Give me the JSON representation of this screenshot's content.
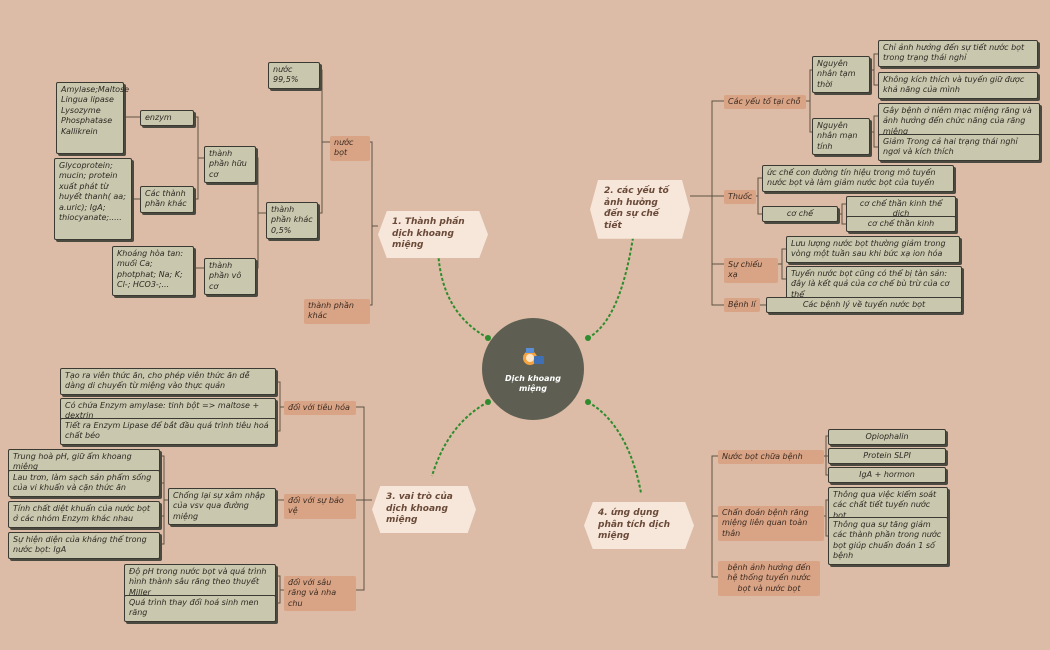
{
  "center": {
    "title": "Dịch khoang miệng"
  },
  "topics": {
    "t1": "1. Thành phần dịch khoang miệng",
    "t2": "2. các yếu tố ảnh hưởng đến sự chế tiết",
    "t3": "3. vai trò của dịch khoang miệng",
    "t4": "4. ứng dụng phân tích dịch miệng"
  },
  "b1": {
    "nuoc_bot": "nước bọt",
    "thanh_phan_khac_top": "thành phần khác",
    "nuoc": "nước 99,5%",
    "khac05": "thành phần khác 0,5%",
    "huu_co": "thành phần hữu cơ",
    "vo_co": "thành phần vô cơ",
    "enzym": "enzym",
    "cac_tp_khac": "Các thành phần khác",
    "enzym_list": "Amylase;Maltose Lingua lipase Lysozyme Phosphatase Kallikrein",
    "glyco": "Glycoprotein; mucin; protein xuất phát từ huyết thanh( aa; a.uric); IgA; thiocyanate;.....",
    "khoang": "Khoáng hòa tan: muối Ca; photphat; Na; K; Cl-; HCO3-;..."
  },
  "b2": {
    "tai_cho": "Các yếu tố tại chỗ",
    "tam_thoi": "Nguyên nhân tạm thời",
    "man_tinh": "Nguyên nhân mạn tính",
    "tt1": "Chỉ ảnh hưởng đến sự tiết nước bọt trong trạng thái nghỉ",
    "tt2": "Không kích thích và tuyến giữ được khả năng của mình",
    "mt1": "Gây bệnh ở niêm mạc miệng răng và ảnh hưởng đến chức năng của răng miệng",
    "mt2": "Giảm Trong cả hai trạng thái nghỉ ngơi và kích thích",
    "thuoc": "Thuốc",
    "thuoc1": "ức chế con đường tín hiệu trong mô tuyến nước bọt và làm giảm nước bọt của tuyến",
    "co_che": "cơ chế",
    "cc1": "cơ chế thần kinh thể dịch",
    "cc2": "cơ chế thần kinh",
    "chieu_xa": "Sự chiếu xạ",
    "cx1": "Lưu lượng nước bọt thường giảm trong vòng một tuần sau khi bức xạ ion hóa",
    "cx2": "Tuyến nước bọt cũng có thể bị tàn sản: đây là kết quả của cơ chế bù trừ của cơ thể",
    "benh_ly": "Bệnh lí",
    "bl1": "Các bệnh lý về tuyến nước bọt"
  },
  "b3": {
    "tieu_hoa": "đối với tiêu hóa",
    "th1": "Tạo ra viên thức ăn, cho phép viên thức ăn dễ dàng di chuyển từ miệng vào thực quản",
    "th2": "Có chứa Enzym amylase: tinh bột => maltose + dextrin",
    "th3": "Tiết ra Enzym Lipase để bắt đầu quá trình tiêu hoá chất béo",
    "bao_ve": "đối với sự bảo vệ",
    "chong_lai": "Chống lại sự xâm nhập của vsv qua đường miệng",
    "bv1": "Trung hoà pH, giữ ẩm khoang miệng",
    "bv2": "Lau trơn, làm sạch sản phẩm sống của vi khuẩn và cặn thức ăn",
    "bv3": "Tính chất diệt khuẩn của nước bọt ở các nhóm Enzym khác nhau",
    "bv4": "Sự hiện diện của kháng thể trong nước bọt: IgA",
    "sau_rang": "đối với sâu răng và nha chu",
    "sr1": "Độ pH trong nước bọt và quá trình hình thành sâu răng theo thuyết Miller",
    "sr2": "Quá trình thay đổi hoá sinh men răng"
  },
  "b4": {
    "chua_benh": "Nước bọt chữa bệnh",
    "cb1": "Opiophalin",
    "cb2": "Protein SLPI",
    "cb3": "IgA + hormon",
    "chan_doan": "Chẩn đoán bệnh răng miệng liên quan toàn thân",
    "cd1": "Thông qua việc kiểm soát các chất tiết tuyến nước bọt",
    "cd2": "Thông qua sự tăng giảm các thành phần trong nước bọt giúp chuẩn đoán 1 số bệnh",
    "anh_huong": "bệnh ảnh hưởng đến hệ thống tuyến nước bọt và nước bọt"
  },
  "colors": {
    "background": "#dcbca6",
    "center": "#5e5f52",
    "leaf": "#c9c7ad",
    "tag": "#d9a486",
    "topic": "#f7e6da",
    "connector": "#2e8b2e"
  }
}
